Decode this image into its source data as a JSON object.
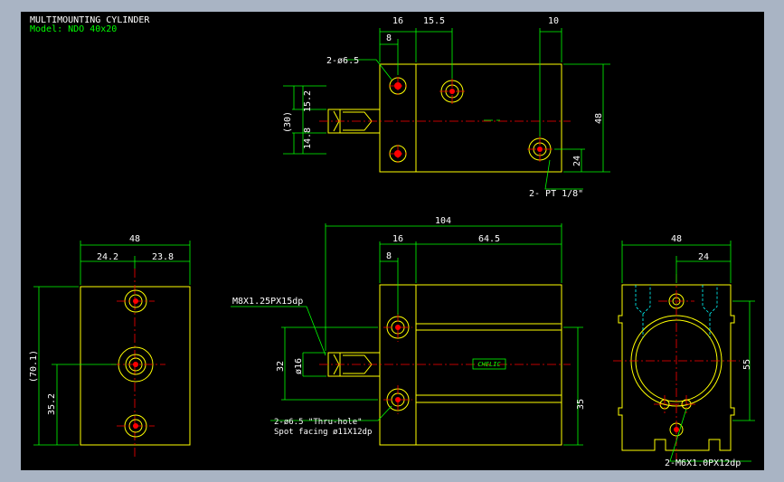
{
  "title": "MULTIMOUNTING CYLINDER",
  "model": "Model: NDO 40x20",
  "colors": {
    "background": "#000000",
    "frame": "#a9b4c4",
    "outline": "#ffff00",
    "dimension": "#00ff00",
    "centerline": "#ff0000",
    "hidden": "#00ffff",
    "text": "#ffffff"
  },
  "top_view": {
    "dims": {
      "d16": "16",
      "d15_5": "15.5",
      "d10": "10",
      "d8": "8",
      "d48": "48",
      "d24": "24",
      "d30": "(30)",
      "d15_2": "15.2",
      "d14_8": "14.8"
    },
    "notes": {
      "holes": "2-ø6.5",
      "port": "2- PT 1/8\""
    }
  },
  "front_view": {
    "dims": {
      "d104": "104",
      "d16": "16",
      "d64_5": "64.5",
      "d8": "8",
      "d32": "32",
      "d16dia": "ø16",
      "d35": "35"
    },
    "notes": {
      "thread": "M8X1.25PX15dp",
      "holes": "2-ø6.5 \"Thru-hole\"",
      "spot": "Spot facing ø11X12dp",
      "logo": "CHELIC"
    }
  },
  "side_view": {
    "dims": {
      "d48": "48",
      "d24_2": "24.2",
      "d23_8": "23.8",
      "d70_1": "(70.1)",
      "d35_2": "35.2"
    }
  },
  "end_view": {
    "dims": {
      "d48": "48",
      "d24": "24",
      "d55": "55"
    },
    "notes": {
      "thread": "2-M6X1.0PX12dp"
    }
  }
}
